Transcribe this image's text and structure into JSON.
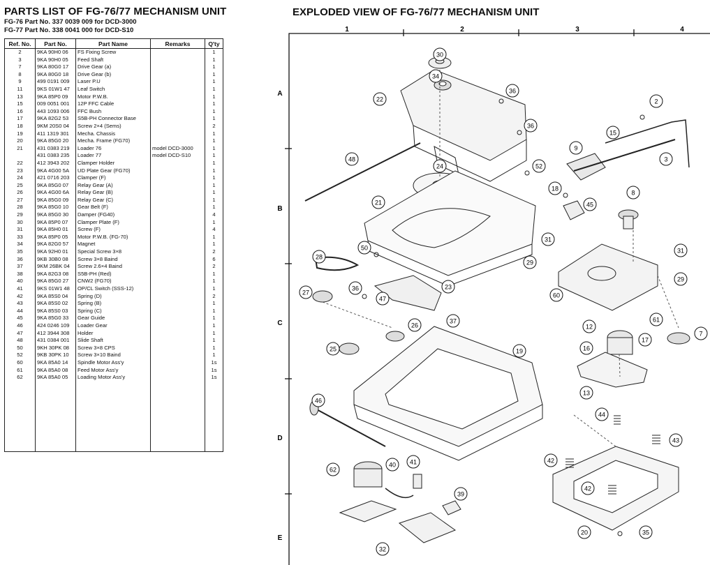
{
  "parts_list": {
    "title": "PARTS LIST OF FG-76/77 MECHANISM UNIT",
    "subtitle_1": "FG-76 Part No. 337 0039 009 for DCD-3000",
    "subtitle_2": "FG-77 Part No. 338 0041 000 for DCD-S10",
    "headers": [
      "Ref. No.",
      "Part No.",
      "Part Name",
      "Remarks",
      "Q'ty"
    ],
    "rows": [
      [
        "2",
        "9KA 90H0 06",
        "FS Fixing Screw",
        "",
        "1"
      ],
      [
        "3",
        "9KA 90H0 05",
        "Feed Shaft",
        "",
        "1"
      ],
      [
        "7",
        "9KA 80G0 17",
        "Drive Gear (a)",
        "",
        "1"
      ],
      [
        "8",
        "9KA 80G0 18",
        "Drive Gear (b)",
        "",
        "1"
      ],
      [
        "9",
        "499 0191 009",
        "Laser P.U",
        "",
        "1"
      ],
      [
        "11",
        "9KS 01W1 47",
        "Leaf Switch",
        "",
        "1"
      ],
      [
        "13",
        "9KA 85P0 09",
        "Motor P.W.B.",
        "",
        "1"
      ],
      [
        "15",
        "009 0051 001",
        "12P FFC Cable",
        "",
        "1"
      ],
      [
        "16",
        "443 1093 006",
        "FFC Bush",
        "",
        "1"
      ],
      [
        "17",
        "9KA 82G2 53",
        "S5B-PH Connector Base",
        "",
        "1"
      ],
      [
        "18",
        "9KM 20S0 04",
        "Screw 2×4 (Sems)",
        "",
        "2"
      ],
      [
        "19",
        "411 1319 301",
        "Mecha. Chassis",
        "",
        "1"
      ],
      [
        "20",
        "9KA 85G0 20",
        "Mecha. Frame (FG70)",
        "",
        "1"
      ],
      [
        "21",
        "431 0383 219",
        "Loader 76",
        "model DCD-3000",
        "1"
      ],
      [
        "",
        "431 0383 235",
        "Loader 77",
        "model DCD-S10",
        "1"
      ],
      [
        "22",
        "412 3943 202",
        "Clamper Holder",
        "",
        "1"
      ],
      [
        "23",
        "9KA 4G00 5A",
        "UD Plate Gear (FG70)",
        "",
        "1"
      ],
      [
        "24",
        "421 0716 203",
        "Clamper (F)",
        "",
        "1"
      ],
      [
        "25",
        "9KA 85G0 07",
        "Relay Gear (A)",
        "",
        "1"
      ],
      [
        "26",
        "9KA 4G00 6A",
        "Relay Gear (B)",
        "",
        "1"
      ],
      [
        "27",
        "9KA 85G0 09",
        "Relay Gear (C)",
        "",
        "1"
      ],
      [
        "28",
        "9KA 85G0 10",
        "Gear Belt (F)",
        "",
        "1"
      ],
      [
        "29",
        "9KA 85G0 30",
        "Damper (FG40)",
        "",
        "4"
      ],
      [
        "30",
        "9KA 85P0 07",
        "Clamper Plate (F)",
        "",
        "1"
      ],
      [
        "31",
        "9KA 85H0 01",
        "Screw (F)",
        "",
        "4"
      ],
      [
        "33",
        "9KA 85P0 05",
        "Motor P.W.B. (FG-70)",
        "",
        "1"
      ],
      [
        "34",
        "9KA 82G0 57",
        "Magnet",
        "",
        "1"
      ],
      [
        "35",
        "9KA 92H0 01",
        "Special Screw 3×8",
        "",
        "2"
      ],
      [
        "36",
        "9KB 30B0 08",
        "Screw 3×8 Baind",
        "",
        "6"
      ],
      [
        "37",
        "9KM 26BK 04",
        "Screw 2.6×4 Baind",
        "",
        "2"
      ],
      [
        "38",
        "9KA 82G3 08",
        "S5B-PH (Red)",
        "",
        "1"
      ],
      [
        "40",
        "9KA 85G0 27",
        "CNW2 (FG70)",
        "",
        "1"
      ],
      [
        "41",
        "9KS 01W1 48",
        "OP/CL Switch (SSS-12)",
        "",
        "1"
      ],
      [
        "42",
        "9KA 85S0 04",
        "Spring (D)",
        "",
        "2"
      ],
      [
        "43",
        "9KA 85S0 02",
        "Spring (B)",
        "",
        "1"
      ],
      [
        "44",
        "9KA 85S0 03",
        "Spring (C)",
        "",
        "1"
      ],
      [
        "45",
        "9KA 85G0 33",
        "Gear Guide",
        "",
        "1"
      ],
      [
        "46",
        "424 0246 109",
        "Loader Gear",
        "",
        "1"
      ],
      [
        "47",
        "412 3944 308",
        "Holder",
        "",
        "1"
      ],
      [
        "48",
        "431 0384 001",
        "Slide Shaft",
        "",
        "1"
      ],
      [
        "50",
        "9KH 30PK 08",
        "Screw 3×8 CPS",
        "",
        "1"
      ],
      [
        "52",
        "9KB 30PK 10",
        "Screw 3×10 Baind",
        "",
        "1"
      ],
      [
        "60",
        "9KA 85A0 14",
        "Spindle Motor Ass'y",
        "",
        "1s"
      ],
      [
        "61",
        "9KA 85A0 08",
        "Feed Motor Ass'y",
        "",
        "1s"
      ],
      [
        "62",
        "9KA 85A0 05",
        "Loading Motor Ass'y",
        "",
        "1s"
      ]
    ]
  },
  "exploded_view": {
    "title": "EXPLODED VIEW OF FG-76/77 MECHANISM UNIT",
    "column_markers": [
      "1",
      "2",
      "3",
      "4"
    ],
    "row_markers": [
      "A",
      "B",
      "C",
      "D",
      "E"
    ],
    "callouts": [
      "30",
      "34",
      "22",
      "36",
      "2",
      "36",
      "15",
      "9",
      "3",
      "48",
      "24",
      "52",
      "18",
      "8",
      "21",
      "45",
      "31",
      "50",
      "29",
      "31",
      "28",
      "29",
      "60",
      "27",
      "36",
      "47",
      "23",
      "37",
      "26",
      "12",
      "61",
      "16",
      "17",
      "7",
      "25",
      "19",
      "13",
      "46",
      "44",
      "43",
      "42",
      "40",
      "41",
      "62",
      "42",
      "39",
      "32",
      "20",
      "35"
    ]
  }
}
